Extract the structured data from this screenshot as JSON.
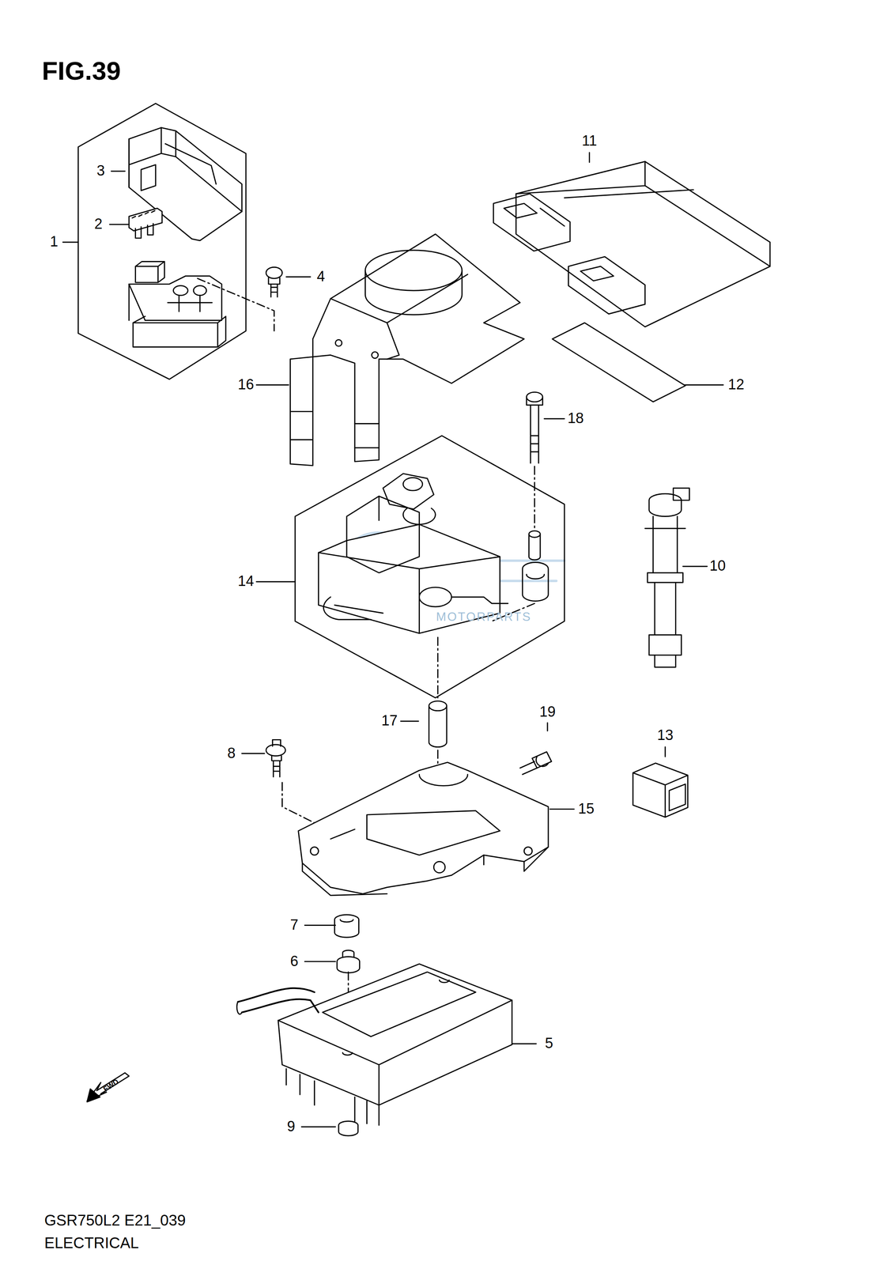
{
  "diagram": {
    "title": "FIG.39",
    "caption": "ELECTRICAL",
    "labels": [
      "1",
      "2",
      "3",
      "4",
      "5",
      "6",
      "7",
      "8",
      "9",
      "10",
      "11",
      "12",
      "13",
      "14",
      "15",
      "16",
      "17",
      "18",
      "19",
      "MOTORPARTS",
      "FWD",
      "GSR750L2 E21_039"
    ]
  }
}
